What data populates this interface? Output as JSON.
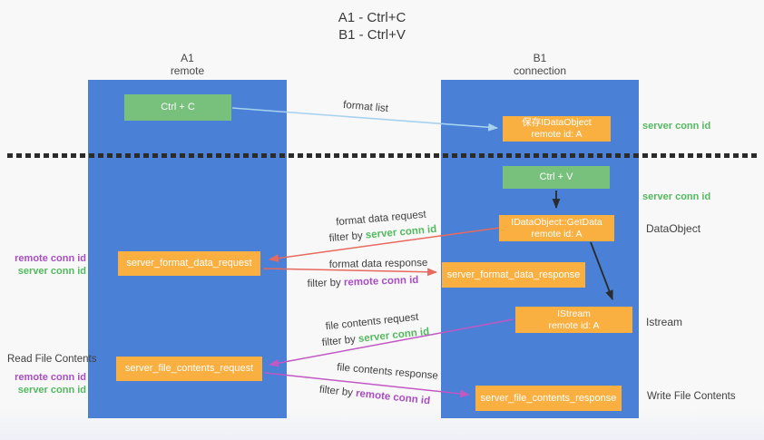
{
  "title": {
    "line1": "A1 - Ctrl+C",
    "line2": "B1 - Ctrl+V"
  },
  "lanes": {
    "left": {
      "name": "A1",
      "role": "remote"
    },
    "right": {
      "name": "B1",
      "role": "connection"
    }
  },
  "nodes": {
    "ctrl_c": {
      "label": "Ctrl + C"
    },
    "save_idataobject": {
      "line1": "保存IDataObject",
      "line2": "remote id: A"
    },
    "ctrl_v": {
      "label": "Ctrl + V"
    },
    "idataobject_getdata": {
      "line1": "IDataObject::GetData",
      "line2": "remote id: A"
    },
    "server_format_data_request": {
      "label": "server_format_data_request"
    },
    "server_format_data_response": {
      "label": "server_format_data_response"
    },
    "istream_node": {
      "line1": "IStream",
      "line2": "remote id: A"
    },
    "server_file_contents_request": {
      "label": "server_file_contents_request"
    },
    "server_file_contents_response": {
      "label": "server_file_contents_response"
    }
  },
  "edge_labels": {
    "format_list": "format list",
    "format_data_request": "format data request",
    "filter_by_1": {
      "prefix": "filter by",
      "value": "server conn id"
    },
    "format_data_response": "format data response",
    "filter_by_2": {
      "prefix": "filter by",
      "value": "remote conn id"
    },
    "file_contents_request": "file contents request",
    "filter_by_3": {
      "prefix": "filter by",
      "value": "server conn id"
    },
    "file_contents_response": "file contents response",
    "filter_by_4": {
      "prefix": "filter by",
      "value": "remote conn id"
    }
  },
  "side_labels": {
    "right_server_conn_id_top": "server conn id",
    "right_server_conn_id_mid": "server conn id",
    "dataobject": "DataObject",
    "istream": "Istream",
    "write_file_contents": "Write File Contents",
    "read_file_contents": "Read File Contents",
    "left_mid": {
      "remote": "remote conn id",
      "server": "server conn id"
    },
    "left_bottom": {
      "remote": "remote conn id",
      "server": "server conn id"
    }
  },
  "colors": {
    "lane_blue": "#4a80d5",
    "green_box": "#77c17d",
    "orange_box": "#f9b041",
    "green_text": "#53b95f",
    "purple_text": "#a94ec2",
    "red_arrow": "#e8695e",
    "magenta_arrow": "#c158c4",
    "blue_arrow": "#a6d2ef",
    "black_arrow": "#2b2b2b",
    "gray_text": "#404040"
  }
}
